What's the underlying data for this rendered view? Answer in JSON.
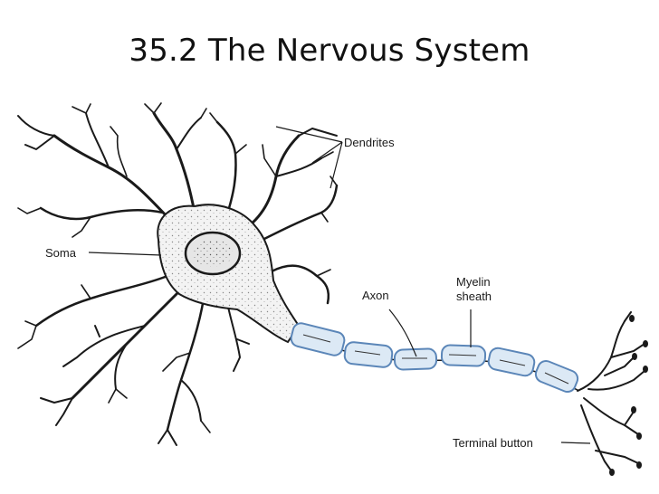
{
  "title": "35.2 The Nervous System",
  "labels": {
    "dendrites": "Dendrites",
    "soma": "Soma",
    "axon": "Axon",
    "myelin_line1": "Myelin",
    "myelin_line2": "sheath",
    "terminal": "Terminal button"
  },
  "colors": {
    "ink": "#1a1a1a",
    "myelin_fill": "#dce9f5",
    "myelin_stroke": "#5b86b8",
    "soma_fill": "#f2f2f2"
  }
}
